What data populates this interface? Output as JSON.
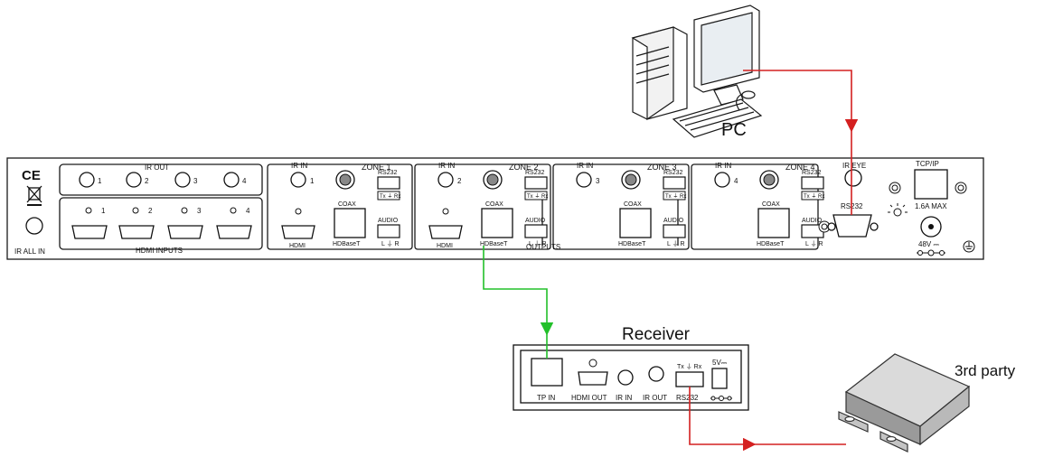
{
  "labels": {
    "pc": "PC",
    "receiver_title": "Receiver",
    "third_party": "3rd party"
  },
  "panel": {
    "ir_out": "IR OUT",
    "ir_out_nums": [
      "1",
      "2",
      "3",
      "4"
    ],
    "hdmi_inputs": "HDMI INPUTS",
    "hdmi_in_nums": [
      "1",
      "2",
      "3",
      "4"
    ],
    "ir_all_in": "IR ALL IN",
    "ce": "CE",
    "outputs": "OUTPUTS",
    "ir_eye": "IR EYE",
    "rs232_main": "RS232",
    "tcp_ip": "TCP/IP",
    "power_rating": "1.6A MAX",
    "voltage": "48V ⎓",
    "zones": [
      {
        "title": "ZONE 1",
        "ir_in": "IR IN",
        "ir_in_num": "1",
        "rs232": "RS232",
        "txrx": "Tx ⏚ Rx",
        "coax": "COAX",
        "audio": "AUDIO",
        "lr": "L ⏚ R",
        "hdmi": "HDMI",
        "hdbaset": "HDBaseT"
      },
      {
        "title": "ZONE 2",
        "ir_in": "IR IN",
        "ir_in_num": "2",
        "rs232": "RS232",
        "txrx": "Tx ⏚ Rx",
        "coax": "COAX",
        "audio": "AUDIO",
        "lr": "L ⏚ R",
        "hdmi": "HDMI",
        "hdbaset": "HDBaseT"
      },
      {
        "title": "ZONE 3",
        "ir_in": "IR IN",
        "ir_in_num": "3",
        "rs232": "RS232",
        "txrx": "Tx ⏚ Rx",
        "coax": "COAX",
        "audio": "AUDIO",
        "lr": "L ⏚ R",
        "hdmi": "",
        "hdbaset": "HDBaseT"
      },
      {
        "title": "ZONE 4",
        "ir_in": "IR IN",
        "ir_in_num": "4",
        "rs232": "RS232",
        "txrx": "Tx ⏚ Rx",
        "coax": "COAX",
        "audio": "AUDIO",
        "lr": "L ⏚ R",
        "hdmi": "",
        "hdbaset": "HDBaseT"
      }
    ]
  },
  "receiver": {
    "tp_in": "TP IN",
    "hdmi_out": "HDMI OUT",
    "ir_in": "IR IN",
    "ir_out": "IR OUT",
    "rs232": "RS232",
    "txrx": "Tx ⏚ Rx",
    "dc": "5V⎓"
  },
  "colors": {
    "rs232_cable": "#d42020",
    "hdbaset_cable": "#22c02a",
    "line": "#1a1a1a",
    "box_fill": "#c9c9c9"
  }
}
